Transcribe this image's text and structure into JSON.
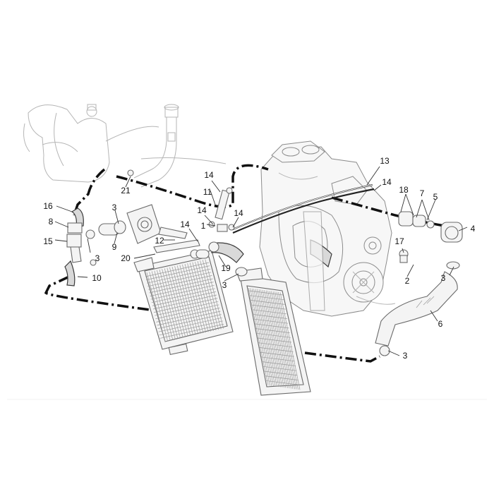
{
  "diagram": {
    "callouts": [
      {
        "id": "c1",
        "text": "1"
      },
      {
        "id": "c2",
        "text": "2"
      },
      {
        "id": "c3a",
        "text": "3"
      },
      {
        "id": "c3b",
        "text": "3"
      },
      {
        "id": "c3c",
        "text": "3"
      },
      {
        "id": "c3d",
        "text": "3"
      },
      {
        "id": "c3e",
        "text": "3"
      },
      {
        "id": "c4",
        "text": "4"
      },
      {
        "id": "c5",
        "text": "5"
      },
      {
        "id": "c6",
        "text": "6"
      },
      {
        "id": "c7",
        "text": "7"
      },
      {
        "id": "c8",
        "text": "8"
      },
      {
        "id": "c9",
        "text": "9"
      },
      {
        "id": "c10",
        "text": "10"
      },
      {
        "id": "c11",
        "text": "11"
      },
      {
        "id": "c12",
        "text": "12"
      },
      {
        "id": "c13",
        "text": "13"
      },
      {
        "id": "c14a",
        "text": "14"
      },
      {
        "id": "c14b",
        "text": "14"
      },
      {
        "id": "c14c",
        "text": "14"
      },
      {
        "id": "c14d",
        "text": "14"
      },
      {
        "id": "c14e",
        "text": "14"
      },
      {
        "id": "c15",
        "text": "15"
      },
      {
        "id": "c16",
        "text": "16"
      },
      {
        "id": "c17",
        "text": "17"
      },
      {
        "id": "c18",
        "text": "18"
      },
      {
        "id": "c19",
        "text": "19"
      },
      {
        "id": "c20",
        "text": "20"
      },
      {
        "id": "c21",
        "text": "21"
      }
    ]
  }
}
